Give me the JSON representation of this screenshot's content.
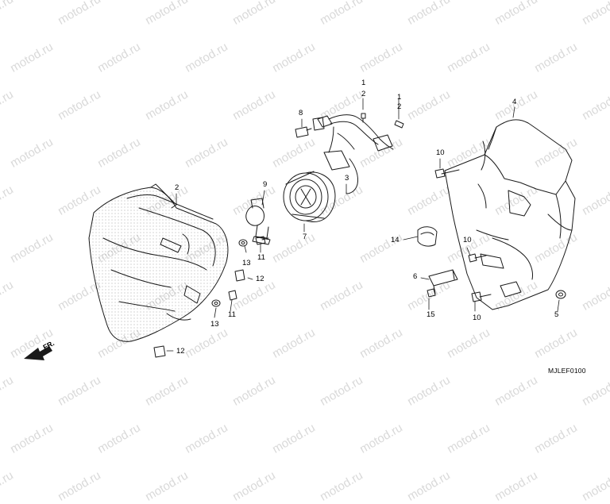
{
  "watermark": "motod.ru",
  "diagram_code": "MJLEF0100",
  "direction_label": "FR.",
  "callouts": [
    "1",
    "2",
    "1",
    "2",
    "8",
    "4",
    "9",
    "10",
    "3",
    "2",
    "7",
    "14",
    "13",
    "11",
    "10",
    "12",
    "6",
    "13",
    "11",
    "15",
    "10",
    "5",
    "12"
  ],
  "icons": [
    "headlight-housing",
    "headlight-bulb",
    "bulb-socket",
    "headlight-wire-harness",
    "dust-cover",
    "front-cowl-inner-panel",
    "bolt",
    "washer",
    "clip-nut",
    "grommet",
    "stay-bracket",
    "bulb-band",
    "front-direction-arrow"
  ]
}
